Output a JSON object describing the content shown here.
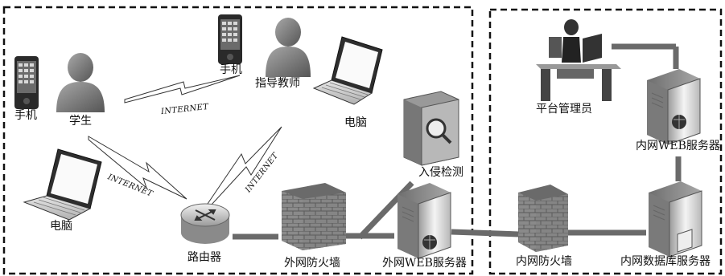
{
  "labels": {
    "phone_left": "手机",
    "student": "学生",
    "phone_top": "手机",
    "teacher": "指导教师",
    "laptop_top": "电脑",
    "laptop_left": "电脑",
    "router": "路由器",
    "ext_firewall": "外网防火墙",
    "ext_web_server": "外网WEB服务器",
    "ids": "入侵检测",
    "admin": "平台管理员",
    "int_web_server": "内网WEB服务器",
    "int_firewall": "内网防火墙",
    "db_server": "内网数据库服务器"
  },
  "links": {
    "internet_1": "INTERNET",
    "internet_2": "INTERNET",
    "internet_3": "INTERNET"
  }
}
